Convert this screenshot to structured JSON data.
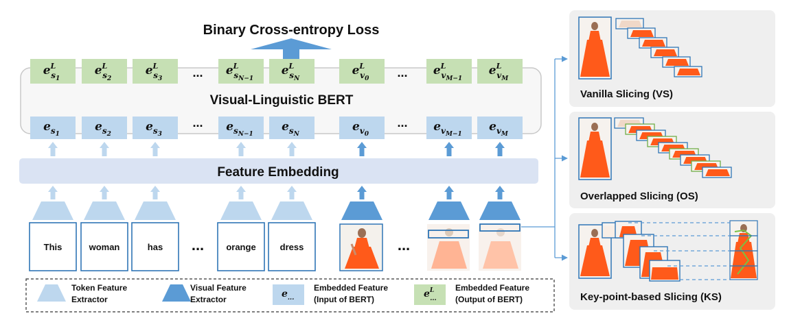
{
  "title": "Binary Cross-entropy Loss",
  "bert_label": "Visual-Linguistic BERT",
  "feature_embedding_label": "Feature Embedding",
  "ellipsis": "...",
  "output_embeddings": [
    {
      "base": "e",
      "sup": "L",
      "sub": "s",
      "subsub": "1"
    },
    {
      "base": "e",
      "sup": "L",
      "sub": "s",
      "subsub": "2"
    },
    {
      "base": "e",
      "sup": "L",
      "sub": "s",
      "subsub": "3"
    },
    {
      "base": "e",
      "sup": "L",
      "sub": "s",
      "subsub": "N−1"
    },
    {
      "base": "e",
      "sup": "L",
      "sub": "s",
      "subsub": "N"
    },
    {
      "base": "e",
      "sup": "L",
      "sub": "v",
      "subsub": "0"
    },
    {
      "base": "e",
      "sup": "L",
      "sub": "v",
      "subsub": "M−1"
    },
    {
      "base": "e",
      "sup": "L",
      "sub": "v",
      "subsub": "M"
    }
  ],
  "input_embeddings": [
    {
      "base": "e",
      "sub": "s",
      "subsub": "1"
    },
    {
      "base": "e",
      "sub": "s",
      "subsub": "2"
    },
    {
      "base": "e",
      "sub": "s",
      "subsub": "3"
    },
    {
      "base": "e",
      "sub": "s",
      "subsub": "N−1"
    },
    {
      "base": "e",
      "sub": "s",
      "subsub": "N"
    },
    {
      "base": "e",
      "sub": "v",
      "subsub": "0"
    },
    {
      "base": "e",
      "sub": "v",
      "subsub": "M−1"
    },
    {
      "base": "e",
      "sub": "v",
      "subsub": "M"
    }
  ],
  "tokens": [
    "This",
    "woman",
    "has",
    "orange",
    "dress"
  ],
  "slicing_methods": [
    {
      "label": "Vanilla Slicing (VS)"
    },
    {
      "label": "Overlapped Slicing (OS)"
    },
    {
      "label": "Key-point-based Slicing (KS)"
    }
  ],
  "legend": {
    "token_extractor": [
      "Token Feature",
      "Extractor"
    ],
    "visual_extractor": [
      "Visual Feature",
      "Extractor"
    ],
    "embedded_input": [
      "Embedded Feature",
      "(Input of BERT)"
    ],
    "embedded_output": [
      "Embedded Feature",
      "(Output of BERT)"
    ],
    "input_symbol": {
      "base": "e",
      "sub": "..."
    },
    "output_symbol": {
      "base": "e",
      "sup": "L",
      "sub": "..."
    }
  },
  "colors": {
    "output_box": "#c6e0b4",
    "input_box": "#bdd7ee",
    "embedding_bar": "#dae3f3",
    "token_extractor": "#bdd7ee",
    "visual_extractor": "#5b9bd5",
    "token_box_border": "#2e75b6",
    "panel_bg": "#efefef",
    "bert_border": "#c8c8c8",
    "dress_orange": "#ff5a1a"
  }
}
